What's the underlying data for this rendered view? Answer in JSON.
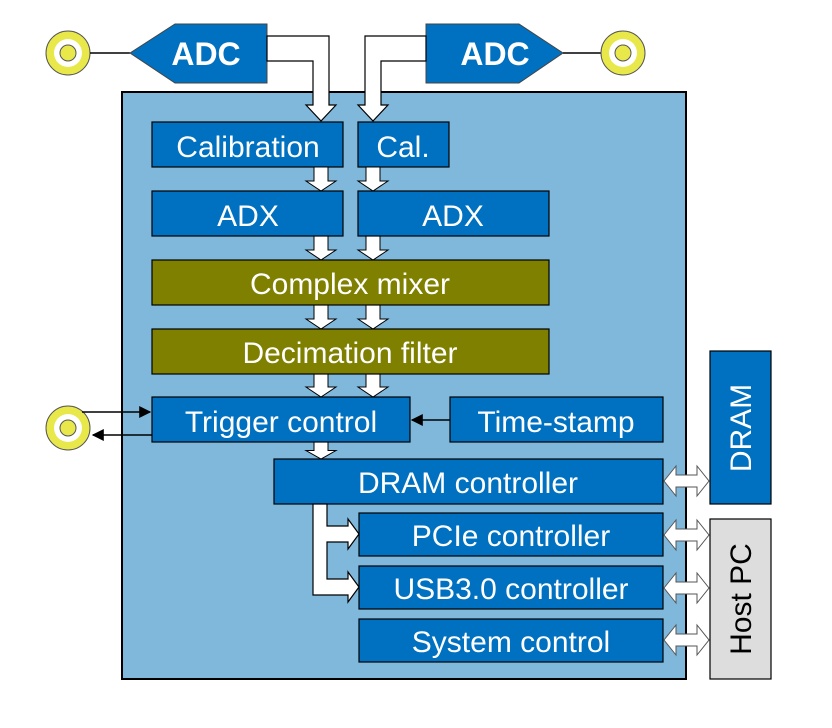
{
  "title": "Digitizer block diagram",
  "colors": {
    "block_blue": "#0070c0",
    "panel_blue": "#80b8dc",
    "olive": "#7f7f00",
    "connector_yellow": "#e8e84a",
    "host_gray": "#dddddd",
    "arrow_white": "#ffffff",
    "outline": "#000000"
  },
  "inputs": {
    "adc_left": {
      "label": "ADC",
      "connector": "coax-connector-icon"
    },
    "adc_right": {
      "label": "ADC",
      "connector": "coax-connector-icon"
    },
    "trigger_connector": {
      "connector": "coax-connector-icon"
    }
  },
  "blocks": {
    "calibration_left": "Calibration",
    "calibration_right": "Cal.",
    "adx_left": "ADX",
    "adx_right": "ADX",
    "complex_mixer": "Complex mixer",
    "decimation_filter": "Decimation filter",
    "trigger_control": "Trigger control",
    "time_stamp": "Time-stamp",
    "dram_controller": "DRAM controller",
    "pcie_controller": "PCIe controller",
    "usb_controller": "USB3.0 controller",
    "system_control": "System control"
  },
  "external": {
    "dram": "DRAM",
    "host_pc": "Host PC"
  }
}
